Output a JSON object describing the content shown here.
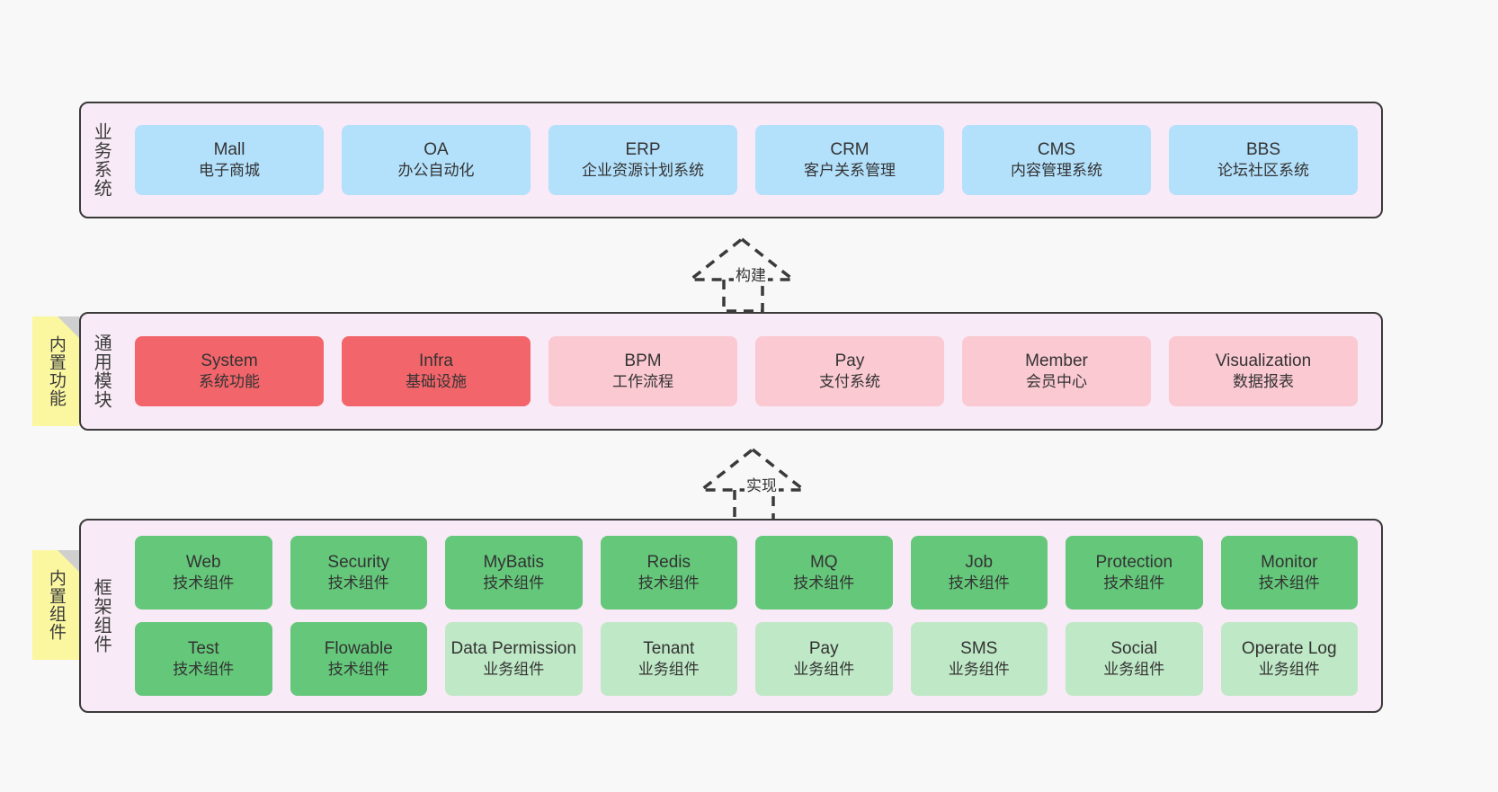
{
  "diagram": {
    "background_color": "#f8f8f8",
    "layer_fill": "#f8eaf6",
    "layer_border": "#3a3a3a",
    "note_color": "#fbf7a0",
    "colors": {
      "business": "#b3e0fb",
      "core_module": "#f2656a",
      "module": "#fbc9d2",
      "tech_component": "#64c77a",
      "biz_component": "#bfe8c6"
    }
  },
  "layers": [
    {
      "id": "business-system",
      "title": "业务系统",
      "rows": [
        {
          "items": [
            {
              "en": "Mall",
              "cn": "电子商城",
              "style": "blue"
            },
            {
              "en": "OA",
              "cn": "办公自动化",
              "style": "blue"
            },
            {
              "en": "ERP",
              "cn": "企业资源计划系统",
              "style": "blue"
            },
            {
              "en": "CRM",
              "cn": "客户关系管理",
              "style": "blue"
            },
            {
              "en": "CMS",
              "cn": "内容管理系统",
              "style": "blue"
            },
            {
              "en": "BBS",
              "cn": "论坛社区系统",
              "style": "blue"
            }
          ]
        }
      ]
    },
    {
      "id": "common-module",
      "title": "通用模块",
      "note": "内置功能",
      "rows": [
        {
          "items": [
            {
              "en": "System",
              "cn": "系统功能",
              "style": "red"
            },
            {
              "en": "Infra",
              "cn": "基础设施",
              "style": "red"
            },
            {
              "en": "BPM",
              "cn": "工作流程",
              "style": "pink"
            },
            {
              "en": "Pay",
              "cn": "支付系统",
              "style": "pink"
            },
            {
              "en": "Member",
              "cn": "会员中心",
              "style": "pink"
            },
            {
              "en": "Visualization",
              "cn": "数据报表",
              "style": "pink"
            }
          ]
        }
      ]
    },
    {
      "id": "framework-component",
      "title": "框架组件",
      "note": "内置组件",
      "rows": [
        {
          "items": [
            {
              "en": "Web",
              "cn": "技术组件",
              "style": "green"
            },
            {
              "en": "Security",
              "cn": "技术组件",
              "style": "green"
            },
            {
              "en": "MyBatis",
              "cn": "技术组件",
              "style": "green"
            },
            {
              "en": "Redis",
              "cn": "技术组件",
              "style": "green"
            },
            {
              "en": "MQ",
              "cn": "技术组件",
              "style": "green"
            },
            {
              "en": "Job",
              "cn": "技术组件",
              "style": "green"
            },
            {
              "en": "Protection",
              "cn": "技术组件",
              "style": "green"
            },
            {
              "en": "Monitor",
              "cn": "技术组件",
              "style": "green"
            }
          ]
        },
        {
          "items": [
            {
              "en": "Test",
              "cn": "技术组件",
              "style": "green"
            },
            {
              "en": "Flowable",
              "cn": "技术组件",
              "style": "green"
            },
            {
              "en": "Data Permission",
              "cn": "业务组件",
              "style": "green-light"
            },
            {
              "en": "Tenant",
              "cn": "业务组件",
              "style": "green-light"
            },
            {
              "en": "Pay",
              "cn": "业务组件",
              "style": "green-light"
            },
            {
              "en": "SMS",
              "cn": "业务组件",
              "style": "green-light"
            },
            {
              "en": "Social",
              "cn": "业务组件",
              "style": "green-light"
            },
            {
              "en": "Operate Log",
              "cn": "业务组件",
              "style": "green-light"
            }
          ]
        }
      ]
    }
  ],
  "connectors": [
    {
      "id": "build",
      "label": "构建"
    },
    {
      "id": "implement",
      "label": "实现"
    }
  ]
}
